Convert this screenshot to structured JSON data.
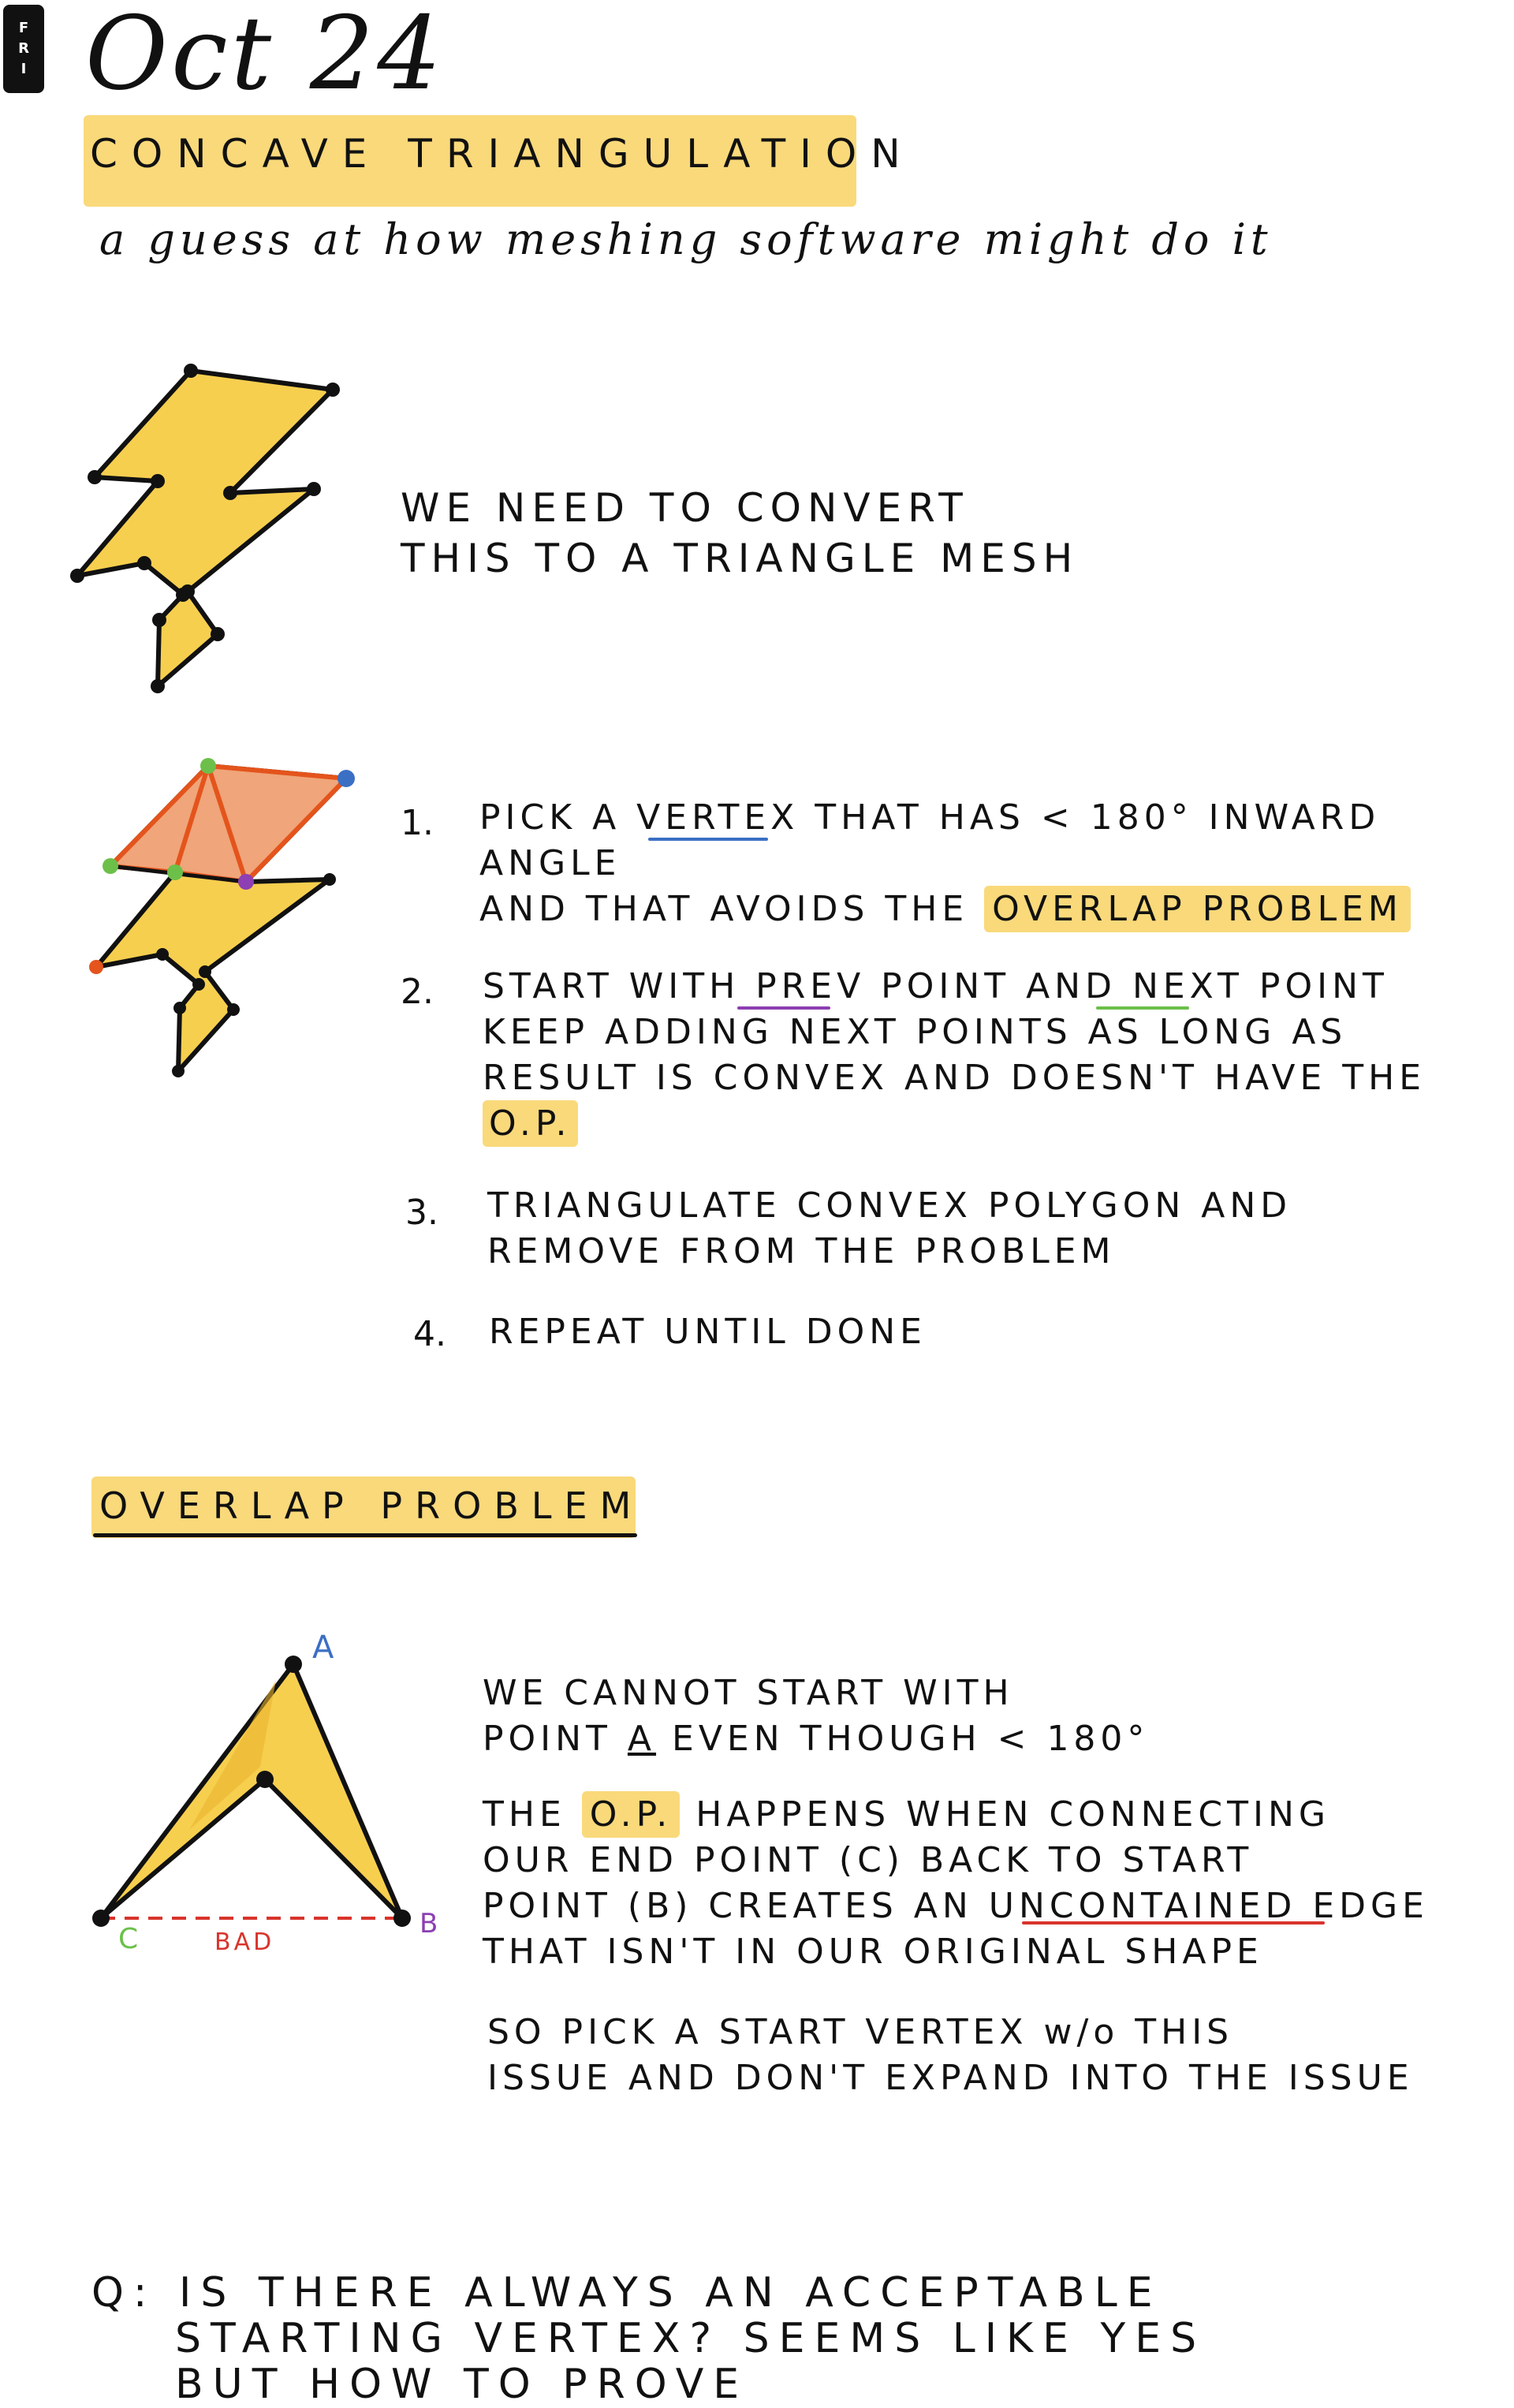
{
  "tab_letters": [
    "F",
    "R",
    "I"
  ],
  "date": "Oct 24",
  "heading": "CONCAVE TRIANGULATION",
  "subtitle": "a guess at how meshing software might do it",
  "intro": {
    "line1": "WE NEED TO CONVERT",
    "line2": "THIS TO A TRIANGLE MESH"
  },
  "steps": [
    {
      "num": "1.",
      "l1a": "PICK A ",
      "l1u": "VERTEX",
      "l1b": " THAT HAS < 180° INWARD ANGLE",
      "l2a": "AND THAT AVOIDS THE ",
      "l2h": "OVERLAP PROBLEM"
    },
    {
      "num": "2.",
      "l1a": "START WITH ",
      "l1u": "PREV",
      "l1b": " POINT AND ",
      "l1u2": "NEXT",
      "l1c": " POINT",
      "l2": "KEEP ADDING NEXT POINTS AS LONG AS",
      "l3a": "RESULT IS CONVEX AND DOESN'T HAVE THE ",
      "l3h": "O.P."
    },
    {
      "num": "3.",
      "l1": "TRIANGULATE CONVEX POLYGON AND",
      "l2": "REMOVE FROM THE PROBLEM"
    },
    {
      "num": "4.",
      "l1": "REPEAT UNTIL DONE"
    }
  ],
  "overlap": {
    "heading": "OVERLAP PROBLEM",
    "labels": {
      "a": "A",
      "b": "B",
      "c": "C",
      "bad": "BAD"
    },
    "p1": {
      "l1": "WE CANNOT START WITH",
      "l2a": "POINT ",
      "l2u": "A",
      "l2b": " EVEN THOUGH < 180°"
    },
    "p2": {
      "l1a": "THE ",
      "l1h": "O.P.",
      "l1b": " HAPPENS WHEN CONNECTING",
      "l2": "OUR END POINT (C) BACK TO START",
      "l3a": "POINT (B) CREATES AN ",
      "l3u": "UNCONTAINED",
      "l3b": " EDGE",
      "l4": "THAT ISN'T IN OUR ORIGINAL SHAPE"
    },
    "p3": {
      "l1": "SO PICK A START VERTEX w/o THIS",
      "l2": "ISSUE AND DON'T EXPAND INTO THE ISSUE"
    }
  },
  "question": {
    "l1": "Q: IS THERE ALWAYS AN ACCEPTABLE",
    "l2": "STARTING VERTEX? SEEMS LIKE YES",
    "l3": "BUT HOW TO PROVE"
  },
  "colors": {
    "highlight": "#f9d97a",
    "shape_fill": "#f7cf4f",
    "region_fill": "#f0a57a",
    "edge_orange": "#e4541c",
    "blue": "#3b6fc4",
    "green": "#6cc04a",
    "purple": "#8d3fb3",
    "red": "#d8342c"
  }
}
